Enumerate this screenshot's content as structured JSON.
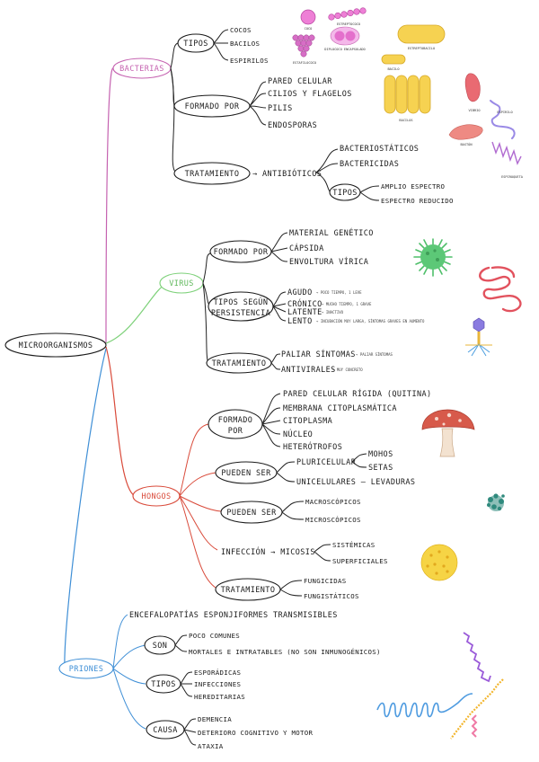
{
  "root": "MICROORGANISMOS",
  "colors": {
    "bacterias": "#c562b0",
    "virus": "#7ed17a",
    "hongos": "#d94a3a",
    "priones": "#3f8fd6"
  },
  "bacterias": {
    "label": "BACTERIAS",
    "tipos": {
      "label": "TIPOS",
      "items": [
        "COCOS",
        "BACILOS",
        "ESPIRILOS"
      ]
    },
    "formado": {
      "label": "FORMADO POR",
      "items": [
        "PARED CELULAR",
        "CILIOS Y FLAGELOS",
        "PILIS",
        "ENDOSPORAS"
      ]
    },
    "tratamiento": {
      "label": "TRATAMIENTO",
      "arrow": "→ ANTIBIÓTICOS",
      "items": [
        "BACTERIOSTÁTICOS",
        "BACTERICIDAS"
      ],
      "tipos_label": "TIPOS",
      "tipos_items": [
        "AMPLIO ESPECTRO",
        "ESPECTRO REDUCIDO"
      ]
    },
    "img_labels": {
      "coco": "COCO",
      "estreptococo": "ESTREPTOCOCO",
      "estafilococo": "ESTAFILOCOCO",
      "diplococo": "DIPLOCOCO ENCAPSULADO",
      "bacilo": "BACILO",
      "bacilos_en_cadena": "BACILOS",
      "estreptobacilo": "ESTREPTOBACILO",
      "vibrio": "VIBRIO",
      "espirilo": "ESPIRILO",
      "espiroqueta": "ESPIROQUETA",
      "baston": "BASTÓN"
    }
  },
  "virus": {
    "label": "VIRUS",
    "formado": {
      "label": "FORMADO POR",
      "items": [
        "MATERIAL GENÉTICO",
        "CÁPSIDA",
        "ENVOLTURA VÍRICA"
      ]
    },
    "persistencia": {
      "label_lines": [
        "TIPOS SEGÚN",
        "PERSISTENCIA"
      ],
      "items": [
        {
          "name": "AGUDO",
          "note": "→ POCO TIEMPO, 1 LEVE"
        },
        {
          "name": "CRÓNICO",
          "note": "→ MUCHO TIEMPO, 1 GRAVE"
        },
        {
          "name": "LATENTE",
          "note": "→ INACTIVO"
        },
        {
          "name": "LENTO",
          "note": "→ INCUBACIÓN MUY LARGA, SÍNTOMAS GRAVES EN AUMENTO"
        }
      ]
    },
    "tratamiento": {
      "label": "TRATAMIENTO",
      "items": [
        {
          "name": "PALIAR SÍNTOMAS",
          "note": "→ PALIAR SÍNTOMAS"
        },
        {
          "name": "ANTIVIRALES",
          "note": "→ MUY CONCRETO"
        }
      ]
    }
  },
  "hongos": {
    "label": "HONGOS",
    "formado": {
      "label_lines": [
        "FORMADO",
        "POR"
      ],
      "items": [
        "PARED CELULAR RÍGIDA  (QUITINA)",
        "MEMBRANA CITOPLASMÁTICA",
        "CITOPLASMA",
        "NÚCLEO",
        "HETERÓTROFOS"
      ]
    },
    "pueden1": {
      "label": "PUEDEN SER",
      "pluri": "PLURICELULAR",
      "pluri_items": [
        "MOHOS",
        "SETAS"
      ],
      "uni": "UNICELULARES — LEVADURAS"
    },
    "pueden2": {
      "label": "PUEDEN SER",
      "items": [
        "MACROSCÓPICOS",
        "MICROSCÓPICOS"
      ]
    },
    "infeccion": {
      "label": "INFECCIÓN → MICOSIS",
      "items": [
        "SISTÉMICAS",
        "SUPERFICIALES"
      ]
    },
    "tratamiento": {
      "label": "TRATAMIENTO",
      "items": [
        "FUNGICIDAS",
        "FUNGISTÁTICOS"
      ]
    }
  },
  "priones": {
    "label": "PRIONES",
    "intro": "ENCEFALOPATÍAS ESPONJIFORMES TRANSMISIBLES",
    "son": {
      "label": "SON",
      "items": [
        "POCO COMUNES",
        "MORTALES E INTRATABLES  (NO SON INMUNOGÉNICOS)"
      ]
    },
    "tipos": {
      "label": "TIPOS",
      "items": [
        "ESPORÁDICAS",
        "INFECCIONES",
        "HEREDITARIAS"
      ]
    },
    "causa": {
      "label": "CAUSA",
      "items": [
        "DEMENCIA",
        "DETERIORO COGNITIVO Y MOTOR",
        "ATAXIA"
      ]
    }
  }
}
